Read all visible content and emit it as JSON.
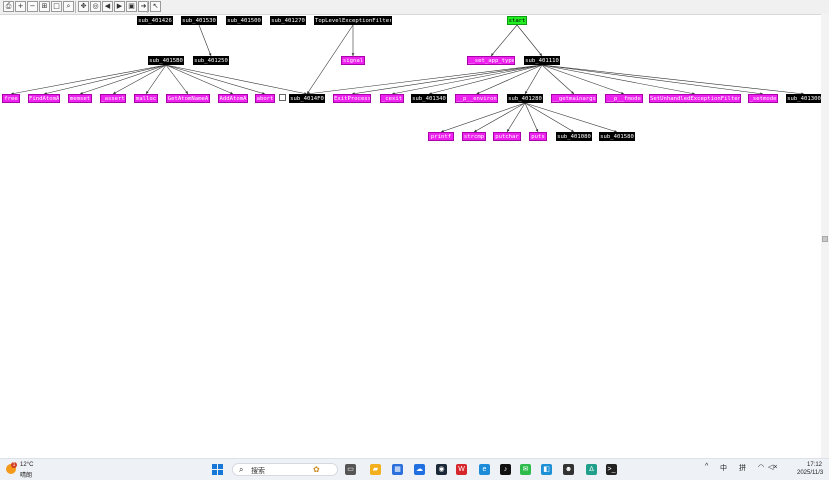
{
  "toolbar": {
    "buttons": [
      {
        "name": "print-icon",
        "glyph": "⎙"
      },
      {
        "name": "zoom-in-icon",
        "glyph": "+"
      },
      {
        "name": "zoom-out-icon",
        "glyph": "−"
      },
      {
        "name": "fit-window-icon",
        "glyph": "⊞"
      },
      {
        "name": "zoom-100-icon",
        "glyph": "□"
      },
      {
        "name": "zoom-region-icon",
        "glyph": "⌕"
      },
      {
        "name": "move-icon",
        "glyph": "✥"
      },
      {
        "name": "overview-icon",
        "glyph": "◎"
      },
      {
        "name": "go-back-icon",
        "glyph": "◀"
      },
      {
        "name": "go-forward-icon",
        "glyph": "▶"
      },
      {
        "name": "image-icon",
        "glyph": "▣"
      },
      {
        "name": "export-icon",
        "glyph": "➜"
      },
      {
        "name": "pointer-tool-icon",
        "glyph": "↖"
      }
    ]
  },
  "graph": {
    "nodes": [
      {
        "id": "n_sub401426",
        "label": "sub_401426",
        "kind": "func"
      },
      {
        "id": "n_sub401530",
        "label": "sub_401530",
        "kind": "func"
      },
      {
        "id": "n_sub401500",
        "label": "sub_401500",
        "kind": "func"
      },
      {
        "id": "n_sub401270",
        "label": "sub_401270",
        "kind": "func"
      },
      {
        "id": "n_toplevel",
        "label": "TopLevelExceptionFilter",
        "kind": "func"
      },
      {
        "id": "n_start",
        "label": "start",
        "kind": "entry"
      },
      {
        "id": "n_sub4015B0",
        "label": "sub_4015B0",
        "kind": "func"
      },
      {
        "id": "n_sub401250",
        "label": "sub_401250",
        "kind": "func"
      },
      {
        "id": "n_signal",
        "label": "signal",
        "kind": "import"
      },
      {
        "id": "n_setapptype",
        "label": "__set_app_type",
        "kind": "import"
      },
      {
        "id": "n_sub401110",
        "label": "sub_401110",
        "kind": "func"
      },
      {
        "id": "n_free",
        "label": "free",
        "kind": "import"
      },
      {
        "id": "n_findatom",
        "label": "FindAtomA",
        "kind": "import"
      },
      {
        "id": "n_memset",
        "label": "memset",
        "kind": "import"
      },
      {
        "id": "n_assert",
        "label": "_assert",
        "kind": "import"
      },
      {
        "id": "n_malloc",
        "label": "malloc",
        "kind": "import"
      },
      {
        "id": "n_getatomname",
        "label": "GetAtomNameA",
        "kind": "import"
      },
      {
        "id": "n_addatom",
        "label": "AddAtomA",
        "kind": "import"
      },
      {
        "id": "n_abort",
        "label": "abort",
        "kind": "import"
      },
      {
        "id": "n_sub4014F0",
        "label": "sub_4014F0",
        "kind": "func"
      },
      {
        "id": "n_exitprocess",
        "label": "ExitProcess",
        "kind": "import"
      },
      {
        "id": "n_cexit",
        "label": "_cexit",
        "kind": "import"
      },
      {
        "id": "n_sub401340",
        "label": "sub_401340",
        "kind": "func"
      },
      {
        "id": "n_penviron",
        "label": "__p__environ",
        "kind": "import"
      },
      {
        "id": "n_sub401280",
        "label": "sub_401280",
        "kind": "func"
      },
      {
        "id": "n_getmainargs",
        "label": "__getmainargs",
        "kind": "import"
      },
      {
        "id": "n_pfmode",
        "label": "__p__fmode",
        "kind": "import"
      },
      {
        "id": "n_setunhandled",
        "label": "SetUnhandledExceptionFilter",
        "kind": "import"
      },
      {
        "id": "n_setmode",
        "label": "_setmode",
        "kind": "import"
      },
      {
        "id": "n_sub401300",
        "label": "sub_401300",
        "kind": "func"
      },
      {
        "id": "n_printf",
        "label": "printf",
        "kind": "import"
      },
      {
        "id": "n_strcmp",
        "label": "strcmp",
        "kind": "import"
      },
      {
        "id": "n_putchar",
        "label": "putchar",
        "kind": "import"
      },
      {
        "id": "n_puts",
        "label": "puts",
        "kind": "import"
      },
      {
        "id": "n_sub401080",
        "label": "sub_401080",
        "kind": "func"
      },
      {
        "id": "n_sub401580",
        "label": "sub_401580",
        "kind": "func"
      }
    ],
    "edges": [
      [
        "n_sub401530",
        "n_sub401250"
      ],
      [
        "n_toplevel",
        "n_signal"
      ],
      [
        "n_toplevel",
        "n_sub4014F0"
      ],
      [
        "n_start",
        "n_setapptype"
      ],
      [
        "n_start",
        "n_sub401110"
      ],
      [
        "n_sub4015B0",
        "n_free"
      ],
      [
        "n_sub4015B0",
        "n_findatom"
      ],
      [
        "n_sub4015B0",
        "n_memset"
      ],
      [
        "n_sub4015B0",
        "n_assert"
      ],
      [
        "n_sub4015B0",
        "n_malloc"
      ],
      [
        "n_sub4015B0",
        "n_getatomname"
      ],
      [
        "n_sub4015B0",
        "n_addatom"
      ],
      [
        "n_sub4015B0",
        "n_abort"
      ],
      [
        "n_sub4015B0",
        "n_sub4014F0"
      ],
      [
        "n_sub401110",
        "n_sub4014F0"
      ],
      [
        "n_sub401110",
        "n_exitprocess"
      ],
      [
        "n_sub401110",
        "n_cexit"
      ],
      [
        "n_sub401110",
        "n_sub401340"
      ],
      [
        "n_sub401110",
        "n_penviron"
      ],
      [
        "n_sub401110",
        "n_sub401280"
      ],
      [
        "n_sub401110",
        "n_getmainargs"
      ],
      [
        "n_sub401110",
        "n_pfmode"
      ],
      [
        "n_sub401110",
        "n_setunhandled"
      ],
      [
        "n_sub401110",
        "n_setmode"
      ],
      [
        "n_sub401110",
        "n_sub401300"
      ],
      [
        "n_sub401280",
        "n_printf"
      ],
      [
        "n_sub401280",
        "n_strcmp"
      ],
      [
        "n_sub401280",
        "n_putchar"
      ],
      [
        "n_sub401280",
        "n_puts"
      ],
      [
        "n_sub401280",
        "n_sub401080"
      ],
      [
        "n_sub401280",
        "n_sub401580"
      ]
    ],
    "colors": {
      "func": "#000000",
      "import": "#ee22ee",
      "entry": "#22ee22",
      "edge": "#333333"
    }
  },
  "taskbar": {
    "weather": {
      "badge": "1",
      "temp": "12°C",
      "desc": "晴朗",
      "icon": "sun-icon"
    },
    "search": {
      "label": "搜索"
    },
    "apps": [
      {
        "name": "task-view-icon",
        "glyph": "▭",
        "color": "#555555"
      },
      {
        "name": "file-explorer-icon",
        "glyph": "▰",
        "color": "#f2b01e"
      },
      {
        "name": "store-icon",
        "glyph": "▦",
        "color": "#2a6fdb"
      },
      {
        "name": "cloud-icon",
        "glyph": "☁",
        "color": "#1f6fe0"
      },
      {
        "name": "steam-icon",
        "glyph": "◉",
        "color": "#1b2838"
      },
      {
        "name": "wps-icon",
        "glyph": "W",
        "color": "#d7262b"
      },
      {
        "name": "edge-icon",
        "glyph": "e",
        "color": "#1c8cd8"
      },
      {
        "name": "tiktok-icon",
        "glyph": "♪",
        "color": "#111111"
      },
      {
        "name": "wechat-icon",
        "glyph": "✉",
        "color": "#2dbb4c"
      },
      {
        "name": "photos-icon",
        "glyph": "◧",
        "color": "#1e90d6"
      },
      {
        "name": "game-icon",
        "glyph": "☻",
        "color": "#333333"
      },
      {
        "name": "delta-icon",
        "glyph": "∆",
        "color": "#20a08a"
      },
      {
        "name": "terminal-icon",
        "glyph": ">_",
        "color": "#222222"
      }
    ],
    "tray": {
      "expand": "^",
      "ime1": "中",
      "ime2": "拼",
      "wifi": "◠",
      "sound": "◁×",
      "time": "17:12",
      "date": "2025/11/3"
    }
  }
}
